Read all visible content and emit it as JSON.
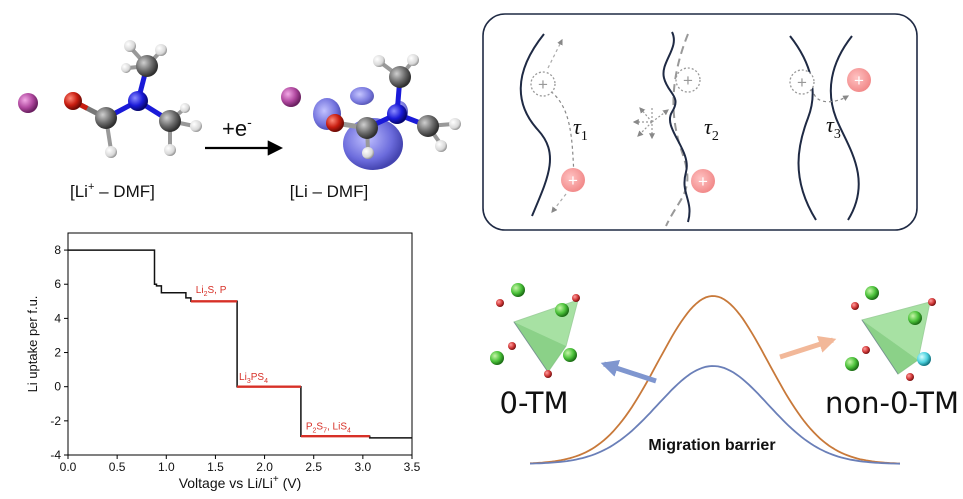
{
  "panel_molecule": {
    "left_label_prefix": "[Li",
    "left_label_sup": "+",
    "left_label_suffix": " – DMF]",
    "right_label": "[Li – DMF]",
    "arrow_label_main": "+e",
    "arrow_label_sup": "-"
  },
  "panel_tau": {
    "tau_symbol": "τ",
    "tau_subscripts": [
      "1",
      "2",
      "3"
    ],
    "plus_glyph": "+"
  },
  "panel_barrier": {
    "left_label": "0-TM",
    "right_label": "non-0-TM",
    "caption": "Migration barrier",
    "colors": {
      "orange": "#c8793a",
      "blue": "#6a7fb8",
      "left_arrow": "#7f96cf",
      "right_arrow": "#f2b899"
    }
  },
  "chart_data": {
    "type": "line",
    "title": "",
    "xlabel_prefix": "Voltage vs Li/Li",
    "xlabel_sup": "+",
    "xlabel_suffix": " (V)",
    "ylabel": "Li uptake per f.u.",
    "xlim": [
      0.0,
      3.5
    ],
    "ylim": [
      -4,
      9
    ],
    "xticks": [
      "0.0",
      "0.5",
      "1.0",
      "1.5",
      "2.0",
      "2.5",
      "3.0",
      "3.5"
    ],
    "yticks": [
      "-4",
      "-2",
      "0",
      "2",
      "4",
      "6",
      "8"
    ],
    "series": [
      {
        "x": [
          0.0,
          0.88,
          0.88,
          0.9,
          0.9,
          0.95,
          0.95,
          1.2,
          1.2,
          1.25,
          1.25,
          1.72,
          1.72,
          2.37,
          2.37,
          3.07,
          3.07,
          3.5
        ],
        "y": [
          8,
          8,
          6,
          6,
          5.9,
          5.9,
          5.5,
          5.5,
          5.2,
          5.2,
          5.0,
          5.0,
          0,
          0,
          -2.9,
          -2.9,
          -3.0,
          -3.0
        ]
      }
    ],
    "highlights": [
      {
        "x": [
          1.25,
          1.72
        ],
        "y": 5.0
      },
      {
        "x": [
          1.72,
          2.37
        ],
        "y": 0
      },
      {
        "x": [
          2.37,
          3.07
        ],
        "y": -2.9
      }
    ],
    "annotations": [
      {
        "parts": [
          [
            "Li",
            ""
          ],
          [
            "2",
            "sub"
          ],
          [
            "S, P",
            ""
          ]
        ],
        "x": 1.3,
        "y": 5.5
      },
      {
        "parts": [
          [
            "Li",
            ""
          ],
          [
            "3",
            "sub"
          ],
          [
            "PS",
            ""
          ],
          [
            "4",
            "sub"
          ]
        ],
        "x": 1.74,
        "y": 0.4
      },
      {
        "parts": [
          [
            "P",
            ""
          ],
          [
            "2",
            "sub"
          ],
          [
            "S",
            ""
          ],
          [
            "7",
            "sub"
          ],
          [
            ", LiS",
            ""
          ],
          [
            "4",
            "sub"
          ]
        ],
        "x": 2.42,
        "y": -2.5
      }
    ],
    "colors": {
      "line": "#111111",
      "highlight": "#d73027"
    }
  }
}
